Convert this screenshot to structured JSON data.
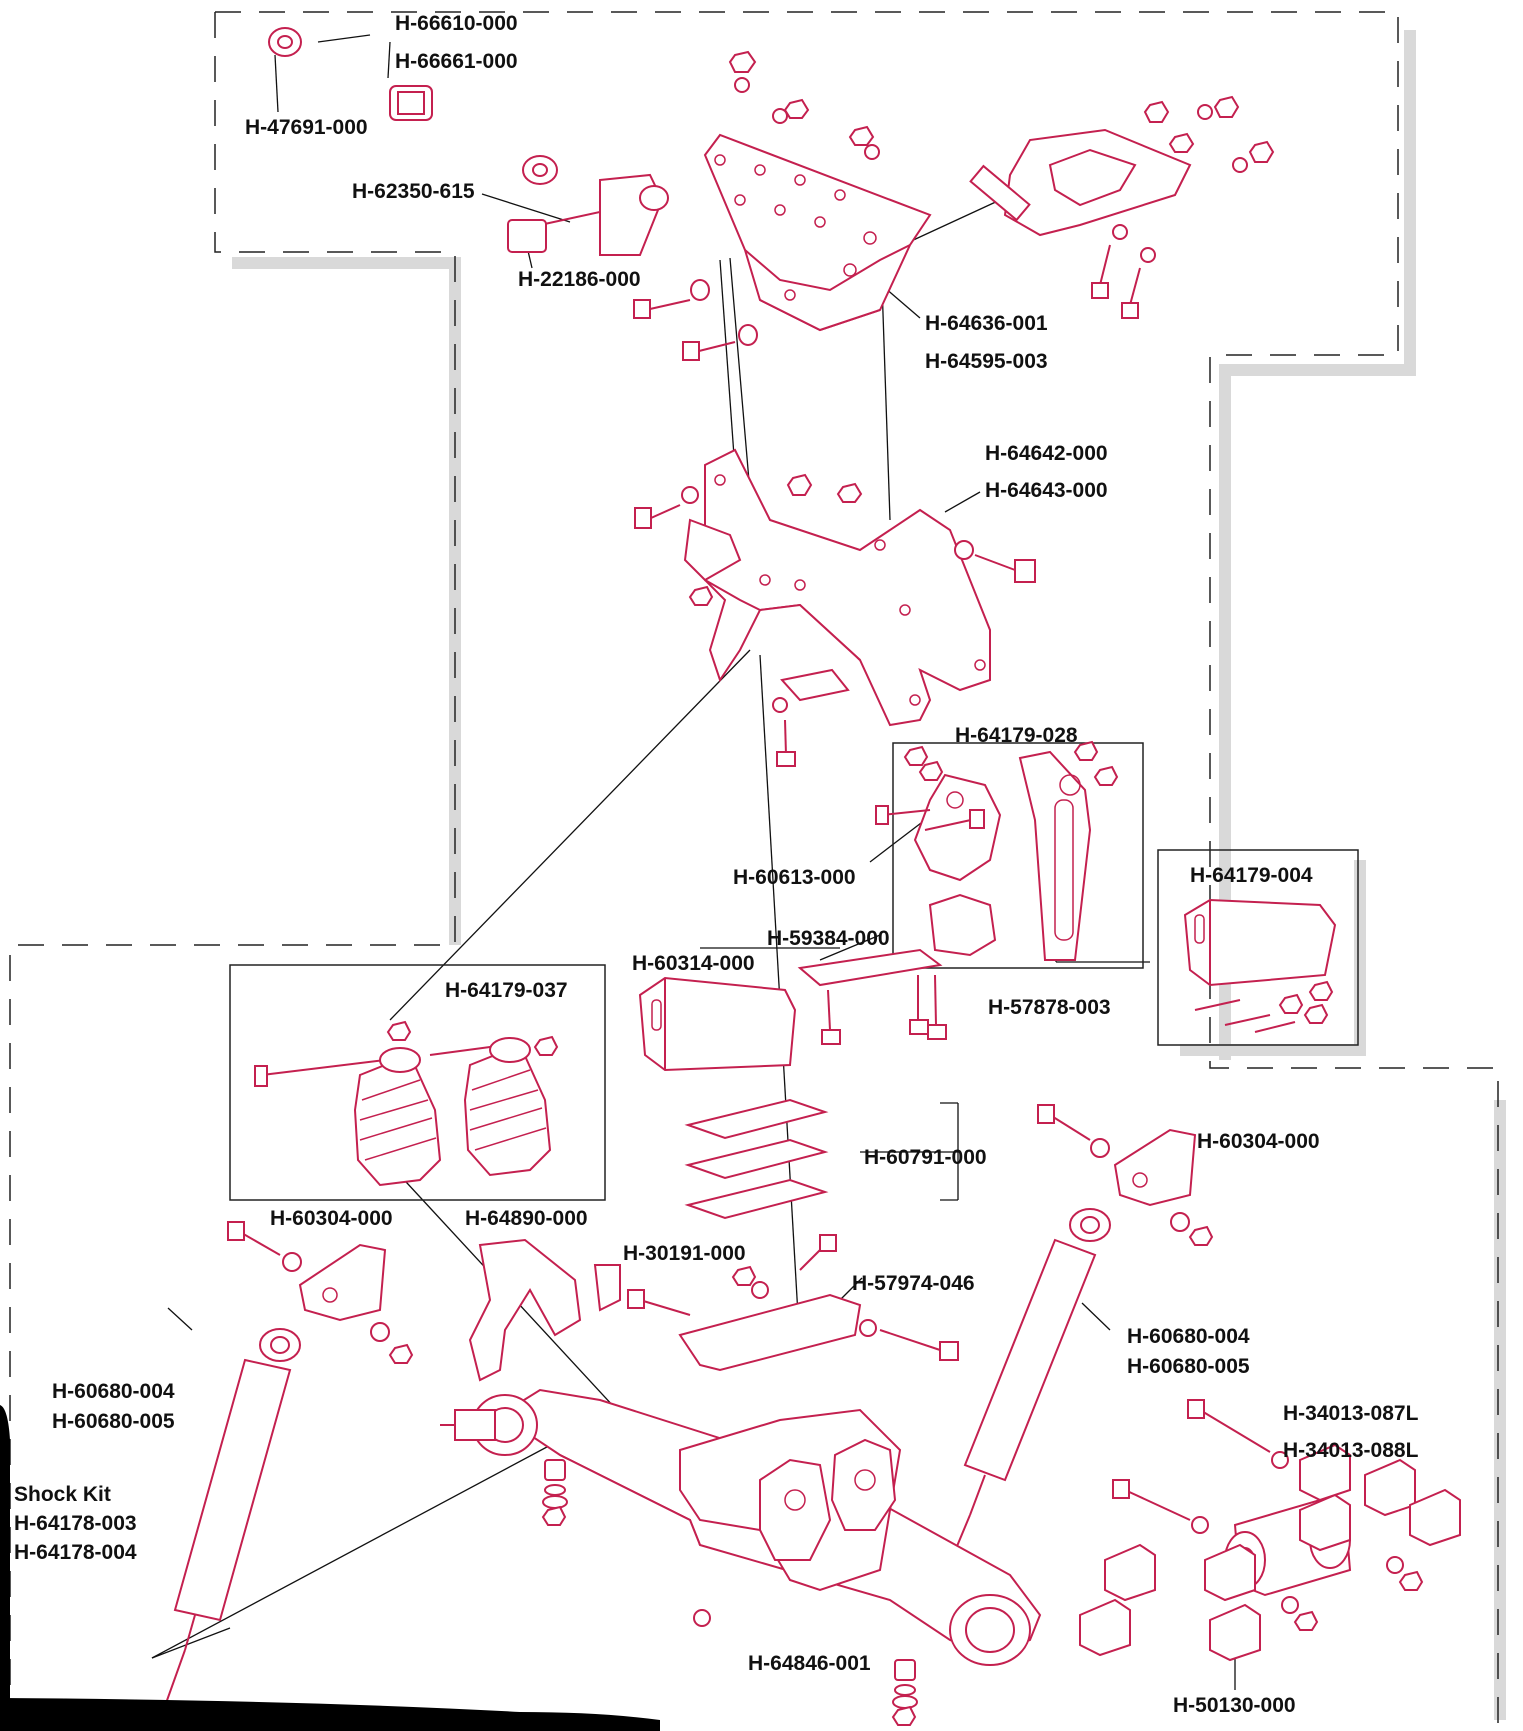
{
  "diagram": {
    "part_numbers": {
      "p66610": "H-66610-000",
      "p66661": "H-66661-000",
      "p47691": "H-47691-000",
      "p62350": "H-62350-615",
      "p22186": "H-22186-000",
      "p64636": "H-64636-001",
      "p64595": "H-64595-003",
      "p64642": "H-64642-000",
      "p64643": "H-64643-000",
      "p64179_028": "H-64179-028",
      "p60613": "H-60613-000",
      "p64179_004": "H-64179-004",
      "p59384": "H-59384-000",
      "p60314": "H-60314-000",
      "p57878": "H-57878-003",
      "p64179_037": "H-64179-037",
      "p60304_right": "H-60304-000",
      "p60791": "H-60791-000",
      "p60304_left": "H-60304-000",
      "p64890": "H-64890-000",
      "p30191": "H-30191-000",
      "p57974": "H-57974-046",
      "p60680_004_right": "H-60680-004",
      "p60680_005_right": "H-60680-005",
      "p60680_004_left": "H-60680-004",
      "p60680_005_left": "H-60680-005",
      "p34013_087": "H-34013-087L",
      "p34013_088": "H-34013-088L",
      "shock_kit_title": "Shock Kit",
      "p64178_003": "H-64178-003",
      "p64178_004": "H-64178-004",
      "p64846": "H-64846-001",
      "p50130": "H-50130-000"
    }
  },
  "colors": {
    "part_line": "#c4204f",
    "label_text": "#111111",
    "frame_dash": "#222222",
    "frame_shadow": "#d9d9d9"
  }
}
